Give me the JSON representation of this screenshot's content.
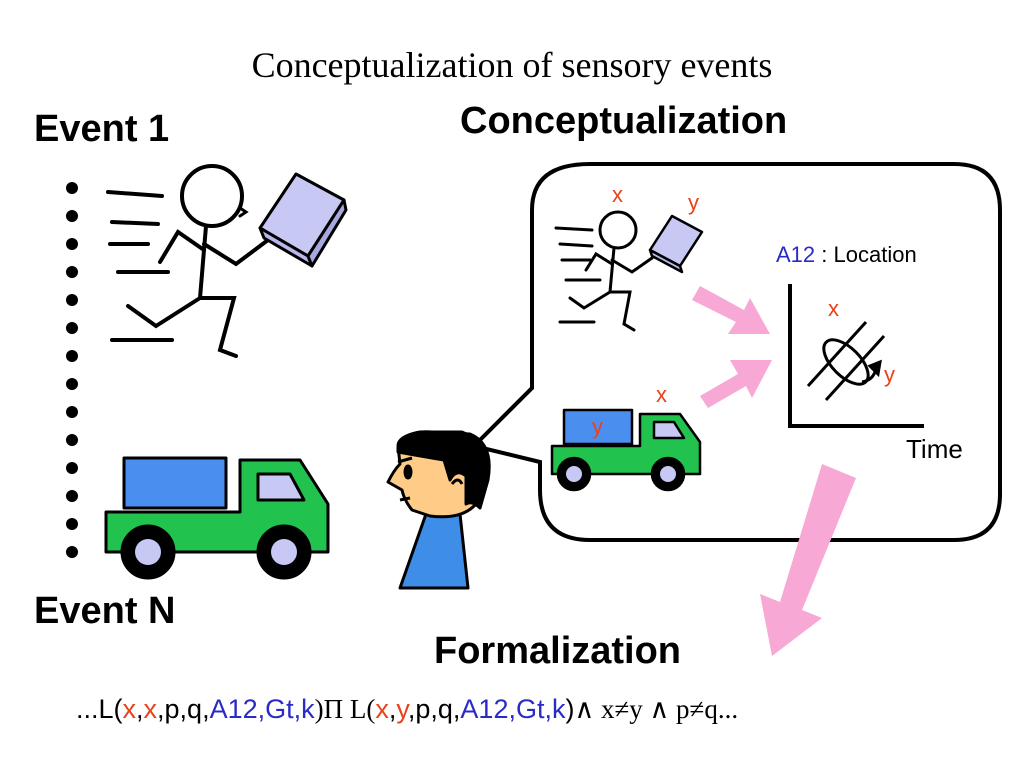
{
  "title": "Conceptualization of sensory events",
  "headings": {
    "event_first": "Event 1",
    "event_last": "Event N",
    "conceptualization": "Conceptualization",
    "formalization": "Formalization"
  },
  "concept_box": {
    "runner_labels": [
      "x",
      "y"
    ],
    "truck_labels": [
      "x",
      "y"
    ],
    "graph": {
      "predicate": "A12",
      "predicate_desc": ": Location",
      "x_label": "Time",
      "labels": [
        "x",
        "y"
      ]
    }
  },
  "formula": {
    "prefix": "...L(",
    "a1": "x",
    "c1": ",",
    "a2": "x",
    "c2": ",p,q,",
    "a3": "A12,Gt,k",
    "mid": ")Π L(",
    "b1": "x",
    "d1": ",",
    "b2": "y",
    "d2": ",p,q,",
    "b3": "A12,Gt,k",
    "end": ")",
    "rest": "∧ x≠y ∧ p≠q..."
  },
  "colors": {
    "variable": "#e8431b",
    "predicate": "#2a2ac8",
    "truck_body": "#22c24e",
    "truck_cargo": "#4a8ef0",
    "book": "#c8c8f4",
    "arrow": "#f7a8d4",
    "person_shirt": "#3e8de6"
  },
  "icons": [
    "runner-with-book-icon",
    "truck-icon",
    "person-thinking-icon",
    "pink-arrow-icon"
  ]
}
